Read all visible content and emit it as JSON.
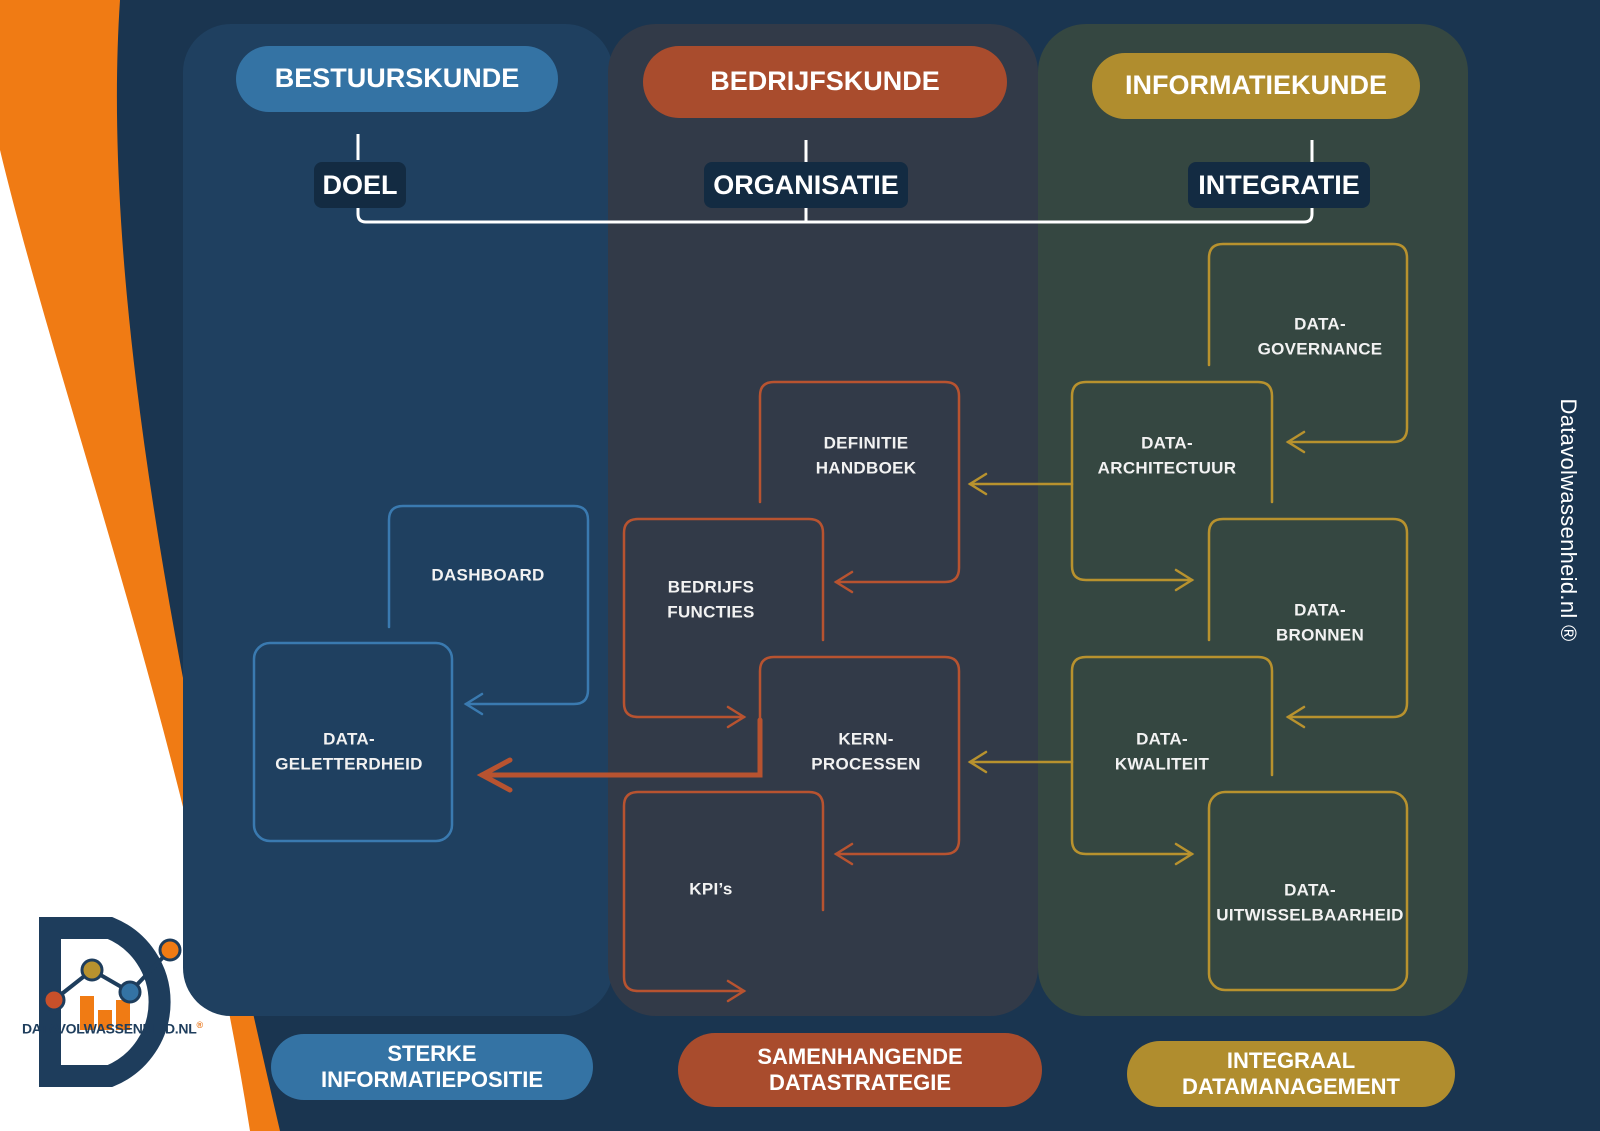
{
  "columns": {
    "bestuurskunde": {
      "title": "BESTUURSKUNDE",
      "tag": "DOEL",
      "footer": "STERKE\nINFORMATIEPOSITIE",
      "color": "#3473a4"
    },
    "bedrijfskunde": {
      "title": "BEDRIJFSKUNDE",
      "tag": "ORGANISATIE",
      "footer": "SAMENHANGENDE\nDATASTRATEGIE",
      "color": "#a94c2d"
    },
    "informatiekunde": {
      "title": "INFORMATIEKUNDE",
      "tag": "INTEGRATIE",
      "footer": "INTEGRAAL\nDATAMANAGEMENT",
      "color": "#b08d2e"
    }
  },
  "nodes": {
    "dashboard": "DASHBOARD",
    "datageletterdheid": "DATA-\nGELETTERDHEID",
    "definitie_handboek": "DEFINITIE\nHANDBOEK",
    "bedrijfsfuncties": "BEDRIJFS\nFUNCTIES",
    "kernprocessen": "KERN-\nPROCESSEN",
    "kpis": "KPI’s",
    "data_governance": "DATA-\nGOVERNANCE",
    "data_architectuur": "DATA-\nARCHITECTUUR",
    "data_bronnen": "DATA-\nBRONNEN",
    "data_kwaliteit": "DATA-\nKWALITEIT",
    "data_uitwisselbaarheid": "DATA-\nUITWISSELBAARHEID"
  },
  "brand": {
    "vertical_text": "Datavolwassenheid.nl ®",
    "logo_text": "DATAVOLWASSENHEID.NL",
    "logo_mark": "®",
    "accent": "#f07b14"
  }
}
